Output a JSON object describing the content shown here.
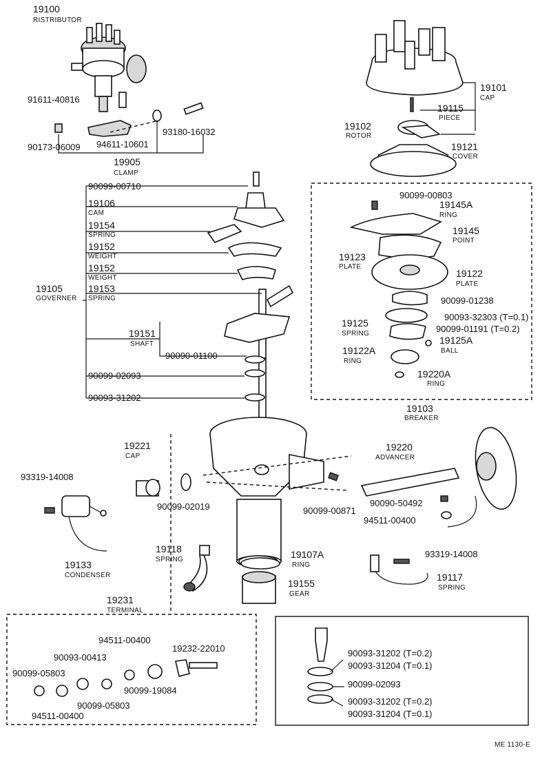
{
  "labels": {
    "distributor": {
      "num": "19100",
      "name": "RISTRIBUTOR"
    },
    "p91611": "91611-40816",
    "p93180": "93180-16032",
    "p90173": "90173-06009",
    "p94611": "94611-10601",
    "clamp": {
      "num": "19905",
      "name": "CLAMP"
    },
    "cap": {
      "num": "19101",
      "name": "CAP"
    },
    "piece": {
      "num": "19115",
      "name": "PIECE"
    },
    "rotor": {
      "num": "19102",
      "name": "ROTOR"
    },
    "cover": {
      "num": "19121",
      "name": "COVER"
    },
    "p00710": "90099-00710",
    "cam": {
      "num": "19106",
      "name": "CAM"
    },
    "spring19154": {
      "num": "19154",
      "name": "SPRING"
    },
    "weight1": {
      "num": "19152",
      "name": "WEIGHT"
    },
    "weight2": {
      "num": "19152",
      "name": "WEIGHT"
    },
    "governer": {
      "num": "19105",
      "name": "GOVERNER"
    },
    "spring19153": {
      "num": "19153",
      "name": "SPRING"
    },
    "shaft": {
      "num": "19151",
      "name": "SHAFT"
    },
    "p01100": "90090-01100",
    "p02093a": "90099-02093",
    "p31202a": "90093-31202",
    "p00803": "90099-00803",
    "ring19145a": {
      "num": "19145A",
      "name": "RING"
    },
    "point": {
      "num": "19145",
      "name": "POINT"
    },
    "plate19123": {
      "num": "19123",
      "name": "PLATE"
    },
    "plate19122": {
      "num": "19122",
      "name": "PLATE"
    },
    "p01238": "90099-01238",
    "p32303": "90093-32303 (T=0.1)",
    "p01191": "90099-01191 (T=0.2)",
    "spring19125": {
      "num": "19125",
      "name": "SPRING"
    },
    "ball": {
      "num": "19125A",
      "name": "BALL"
    },
    "ring19122a": {
      "num": "19122A",
      "name": "RING"
    },
    "ring19220a": {
      "num": "19220A",
      "name": "RING"
    },
    "breaker": {
      "num": "19103",
      "name": "BREAKER"
    },
    "cap19221": {
      "num": "19221",
      "name": "CAP"
    },
    "advancer": {
      "num": "19220",
      "name": "ADVANCER"
    },
    "p93319a": "93319-14008",
    "p02019": "90099-02019",
    "p00871": "90099-00871",
    "p50492": "90090-50492",
    "p00400a": "94511-00400",
    "condenser": {
      "num": "19133",
      "name": "CONDENSER"
    },
    "spring19118": {
      "num": "19118",
      "name": "SPRING"
    },
    "ring19107a": {
      "num": "19107A",
      "name": "RING"
    },
    "gear": {
      "num": "19155",
      "name": "GEAR"
    },
    "p93319b": "93319-14008",
    "spring19117": {
      "num": "19117",
      "name": "SPRING"
    },
    "terminal": {
      "num": "19231",
      "name": "TERMINAL"
    },
    "p00400b": "94511-00400",
    "p00413": "90093-00413",
    "p22010": "19232-22010",
    "p05803a": "90099-05803",
    "p19084": "90099-19084",
    "p05803b": "90099-05803",
    "p00400c": "94511-00400",
    "s31202a": "90093-31202 (T=0.2)",
    "s31204a": "90093-31204 (T=0.1)",
    "s02093": "90099-02093",
    "s31202b": "90093-31202 (T=0.2)",
    "s31204b": "90093-31204 (T=0.1)",
    "code": "ME  1130-E"
  },
  "colors": {
    "ink": "#111111",
    "paper": "#ffffff",
    "shade": "#d8d8d8"
  }
}
